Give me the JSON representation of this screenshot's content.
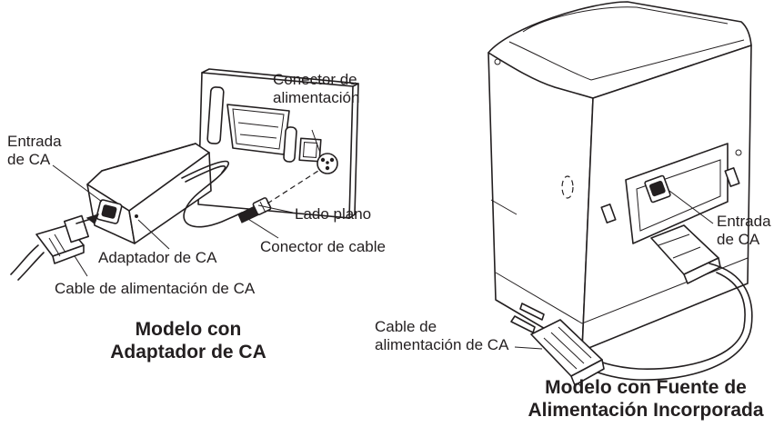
{
  "left": {
    "labels": {
      "power_connector": [
        "Conector de",
        "alimentación"
      ],
      "ac_inlet": [
        "Entrada",
        "de CA"
      ],
      "flat_side": "Lado plano",
      "cable_connector": "Conector de cable",
      "ac_adapter": "Adaptador de CA",
      "ac_power_cable": "Cable de alimentación de CA"
    },
    "caption": [
      "Modelo con",
      "Adaptador de CA"
    ]
  },
  "right": {
    "labels": {
      "ac_inlet": [
        "Entrada",
        "de CA"
      ],
      "power_cable": [
        "Cable de",
        "alimentación de CA"
      ]
    },
    "caption": [
      "Modelo con Fuente de",
      "Alimentación Incorporada"
    ]
  }
}
